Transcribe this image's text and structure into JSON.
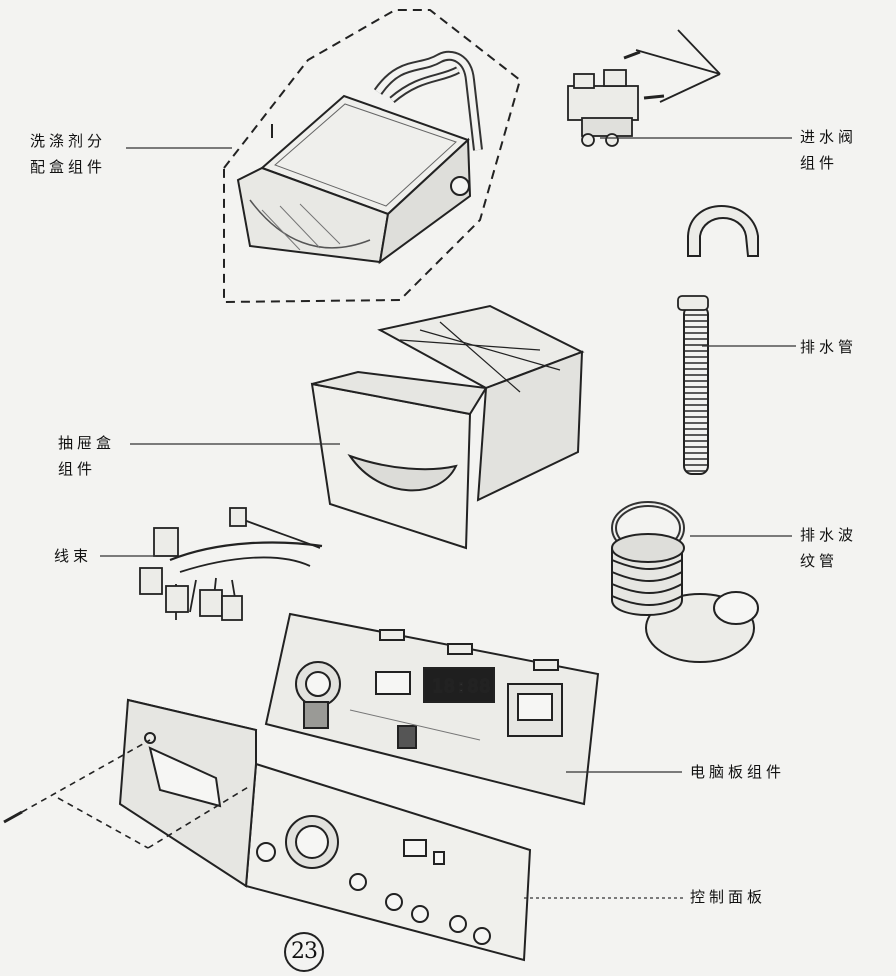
{
  "labels": {
    "detergent_box": [
      "洗涤剂分",
      "配盒组件"
    ],
    "inlet_valve": [
      "进水阀",
      "组件"
    ],
    "drain_hose": "排水管",
    "drawer_box": [
      "抽屉盒",
      "组件"
    ],
    "wire_harness": "线束",
    "drain_bellows": [
      "排水波",
      "纹管"
    ],
    "pcb_assembly": "电脑板组件",
    "control_panel": "控制面板"
  },
  "display_digits": "18:88",
  "page_number": "23"
}
